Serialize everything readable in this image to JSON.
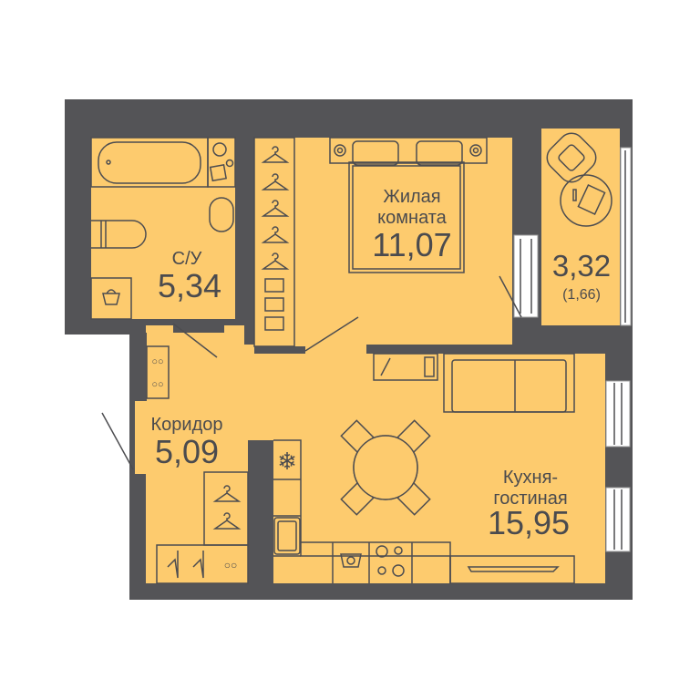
{
  "rooms": {
    "bathroom": {
      "name": "С/У",
      "area": "5,34"
    },
    "bedroom": {
      "name_line1": "Жилая",
      "name_line2": "комната",
      "area": "11,07"
    },
    "balcony": {
      "area": "3,32",
      "reduced_area": "(1,66)"
    },
    "corridor": {
      "name": "Коридор",
      "area": "5,09"
    },
    "kitchen_living": {
      "name_line1": "Кухня-",
      "name_line2": "гостиная",
      "area": "15,95"
    }
  },
  "colors": {
    "wall": "#545457",
    "floor": "#FDCB6E",
    "line": "#4d4d50"
  }
}
